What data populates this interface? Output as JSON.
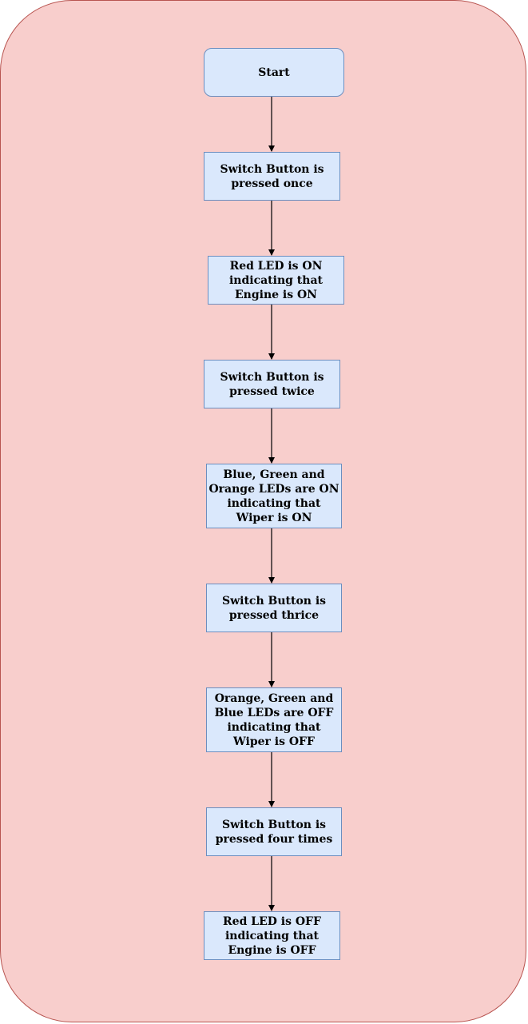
{
  "colors": {
    "container_fill": "#f8cecc",
    "container_stroke": "#b85450",
    "node_fill": "#dae8fc",
    "node_stroke": "#6c8ebf",
    "arrow": "#000000"
  },
  "flowchart": {
    "nodes": [
      {
        "id": "start",
        "label": "Start"
      },
      {
        "id": "press-once",
        "label": "Switch Button is pressed once"
      },
      {
        "id": "red-led-on",
        "label": "Red LED is ON indicating that Engine is ON"
      },
      {
        "id": "press-twice",
        "label": "Switch Button is pressed twice"
      },
      {
        "id": "wiper-leds-on",
        "label": "Blue, Green and Orange LEDs are ON indicating that Wiper is ON"
      },
      {
        "id": "press-thrice",
        "label": "Switch Button is pressed thrice"
      },
      {
        "id": "wiper-leds-off",
        "label": "Orange, Green and Blue LEDs are OFF indicating that Wiper is OFF"
      },
      {
        "id": "press-four",
        "label": "Switch Button is pressed four times"
      },
      {
        "id": "red-led-off",
        "label": "Red LED is OFF indicating that Engine is OFF"
      }
    ],
    "edges": [
      {
        "from": "start",
        "to": "press-once"
      },
      {
        "from": "press-once",
        "to": "red-led-on"
      },
      {
        "from": "red-led-on",
        "to": "press-twice"
      },
      {
        "from": "press-twice",
        "to": "wiper-leds-on"
      },
      {
        "from": "wiper-leds-on",
        "to": "press-thrice"
      },
      {
        "from": "press-thrice",
        "to": "wiper-leds-off"
      },
      {
        "from": "wiper-leds-off",
        "to": "press-four"
      },
      {
        "from": "press-four",
        "to": "red-led-off"
      }
    ]
  }
}
